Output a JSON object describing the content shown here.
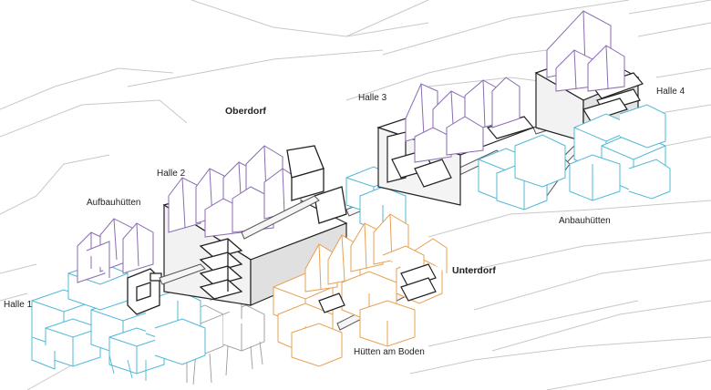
{
  "labels": {
    "oberdorf": "Oberdorf",
    "unterdorf": "Unterdorf",
    "halle1": "Halle 1",
    "halle2": "Halle 2",
    "halle3": "Halle 3",
    "halle4": "Halle 4",
    "aufbauhuetten": "Aufbauhütten",
    "anbauhuetten": "Anbauhütten",
    "huetten_am_boden": "Hütten am Boden"
  },
  "colors": {
    "aufbau": "#8a6bb0",
    "anbau": "#4fb8d6",
    "boden": "#e8a050",
    "structure": "#222222",
    "context": "#c8c8c8",
    "ground_gray": "#a0a0a0"
  }
}
